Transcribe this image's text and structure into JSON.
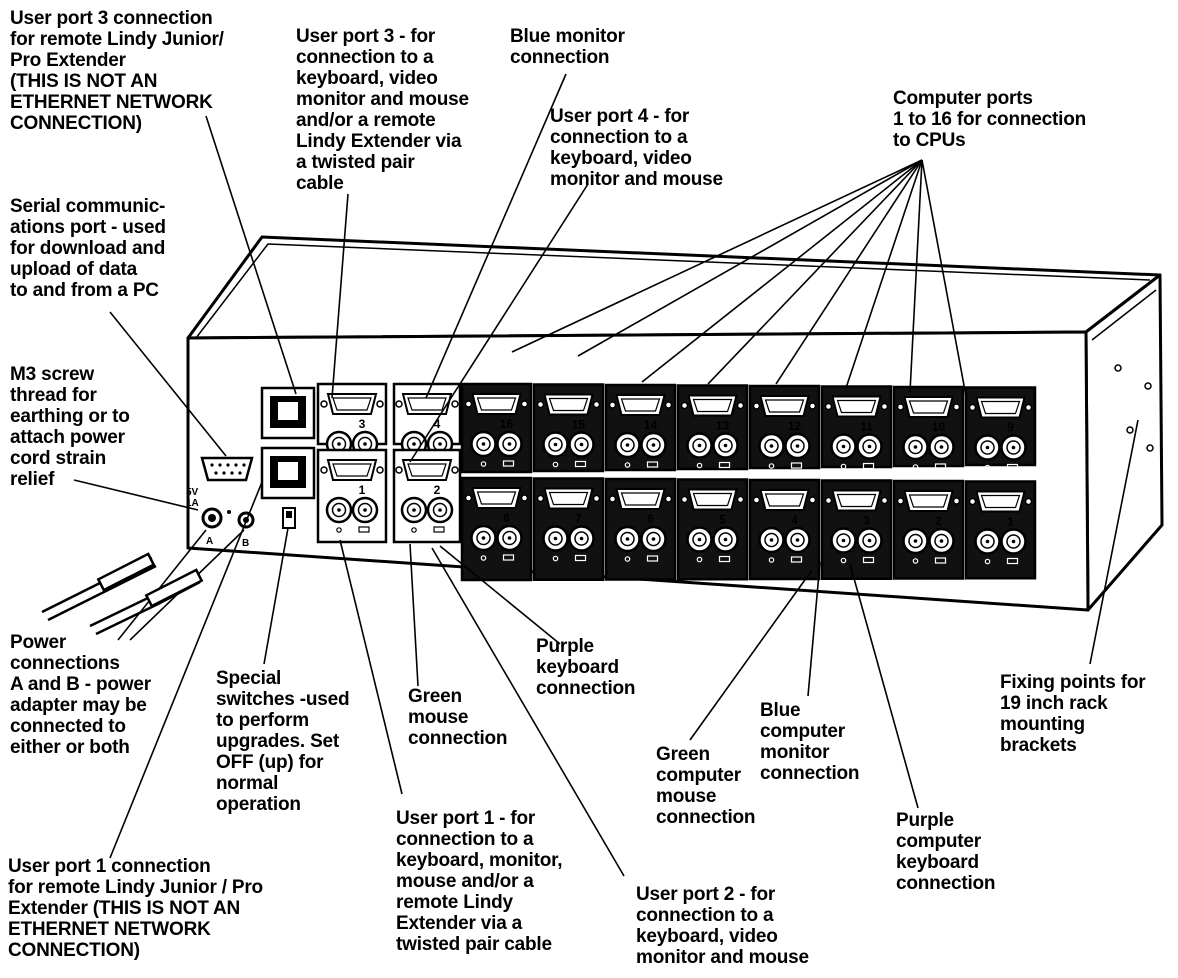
{
  "labels": {
    "user_port3_ext": "User port 3 connection\nfor remote Lindy Junior/\nPro Extender\n(THIS IS NOT AN\nETHERNET NETWORK\nCONNECTION)",
    "user_port3": "User port 3 - for\nconnection to a\nkeyboard, video\nmonitor and mouse\nand/or a remote\nLindy Extender via\na twisted pair\ncable",
    "blue_monitor": "Blue monitor\nconnection",
    "user_port4": "User port 4 - for\nconnection to a\nkeyboard, video\nmonitor and mouse",
    "computer_ports": "Computer ports\n1 to 16 for connection\nto CPUs",
    "serial_port": "Serial communic-\nations port - used\nfor download and\nupload of data\nto and from a PC",
    "m3_screw": "M3 screw\nthread for\nearthing or to\nattach power\ncord strain\nrelief",
    "power": "Power\nconnections\nA and B - power\nadapter may be\nconnected to\neither or both",
    "special_switches": "Special\nswitches -used\nto perform\nupgrades. Set\nOFF (up) for\nnormal\noperation",
    "green_mouse": "Green\nmouse\nconnection",
    "purple_keyboard": "Purple\nkeyboard\nconnection",
    "user_port1": "User port 1 - for\nconnection to a\nkeyboard, monitor,\nmouse and/or a\nremote Lindy\nExtender via a\ntwisted pair cable",
    "user_port2": "User port 2 - for\nconnection to a\nkeyboard, video\nmonitor and mouse",
    "green_computer_mouse": "Green\ncomputer\nmouse\nconnection",
    "blue_computer_monitor": "Blue\ncomputer\nmonitor\nconnection",
    "purple_computer_keyboard": "Purple\ncomputer\nkeyboard\nconnection",
    "fixing_points": "Fixing points for\n19 inch rack\nmounting\nbrackets",
    "user_port1_ext": "User port 1 connection\nfor remote Lindy Junior / Pro\nExtender (THIS IS NOT AN\nETHERNET NETWORK\nCONNECTION)"
  },
  "device": {
    "power_rating": "5V\n1A",
    "power_a": "A",
    "power_b": "B",
    "user_port_numbers": [
      "3",
      "4",
      "1",
      "2"
    ],
    "computer_ports_top": [
      "16",
      "15",
      "14",
      "13",
      "12",
      "11",
      "10",
      "9"
    ],
    "computer_ports_bottom": [
      "8",
      "7",
      "6",
      "5",
      "4",
      "3",
      "2",
      "1"
    ]
  },
  "colors": {
    "ink": "#000000",
    "paper": "#ffffff",
    "panel": "#111111"
  }
}
